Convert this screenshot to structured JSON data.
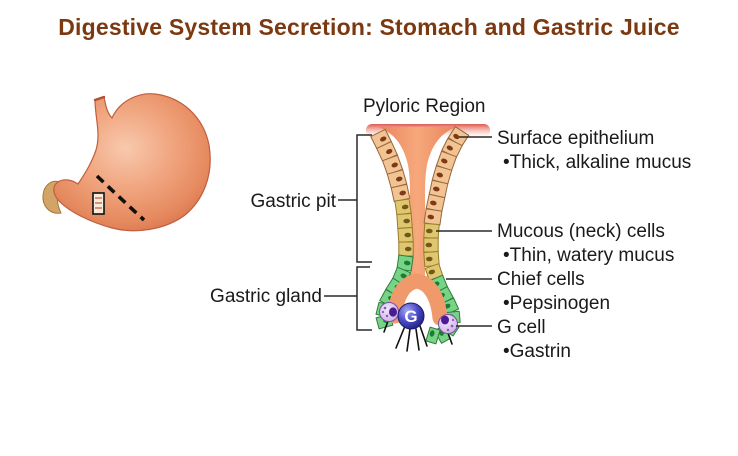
{
  "title": "Digestive System Secretion: Stomach and Gastric Juice",
  "diagram": {
    "region_label": "Pyloric Region",
    "left_labels": [
      {
        "name": "Gastric pit"
      },
      {
        "name": "Gastric gland"
      }
    ],
    "right_labels": [
      {
        "name": "Surface epithelium",
        "secretion": "•Thick, alkaline mucus"
      },
      {
        "name": "Mucous (neck) cells",
        "secretion": "•Thin, watery mucus"
      },
      {
        "name": "Chief cells",
        "secretion": "•Pepsinogen"
      },
      {
        "name": "G cell",
        "secretion": "•Gastrin"
      }
    ],
    "g_cell_letter": "G"
  },
  "colors": {
    "title-color": "#7B3911",
    "label-color": "#1A1A1A",
    "line-color": "#2A2A2A",
    "stomach-main": "#EE9A72",
    "stomach-duodenum": "#D2A466",
    "cell-peach": "#F2C493",
    "cell-peach-nucleus": "#7E3A16",
    "cell-yellow": "#DFC76F",
    "cell-yellow-nucleus": "#73561B",
    "cell-green": "#77D386",
    "cell-green-nucleus": "#1F7A33",
    "lumen": "#F09A6C",
    "top-mucosa-band": "#DE4F46",
    "g-sphere": "#31319B",
    "purple-cell": "#D9C6EC",
    "purple-cell-nucleus": "#4A1B96"
  }
}
